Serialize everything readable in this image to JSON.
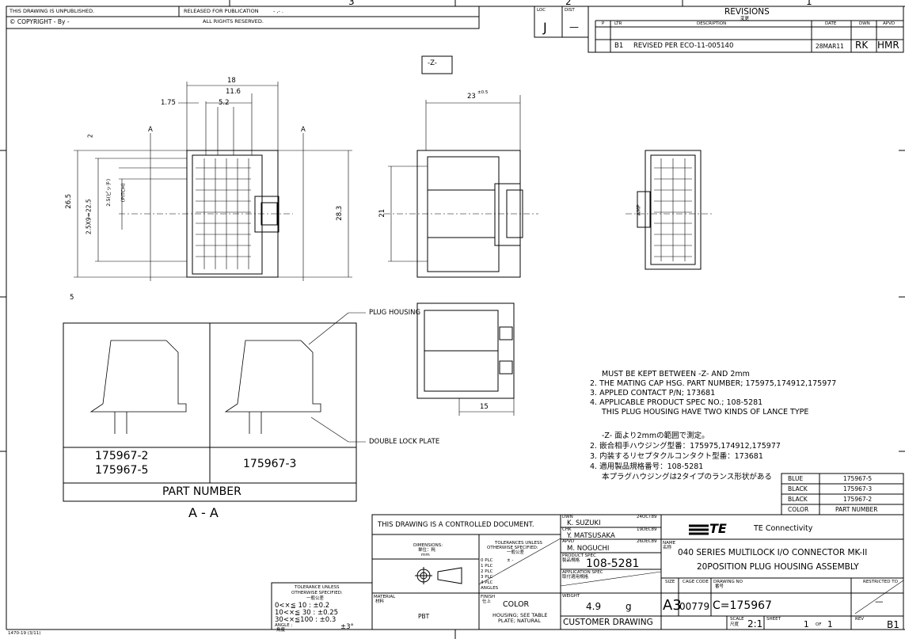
{
  "zones": {
    "top": [
      "3",
      "2",
      "1"
    ]
  },
  "header": {
    "unpublished": "THIS DRAWING IS UNPUBLISHED.",
    "released": "RELEASED FOR PUBLICATION",
    "released_value": "- ,-  .",
    "copyright": "© COPYRIGHT -   By -",
    "rights": "ALL RIGHTS RESERVED."
  },
  "loc": {
    "loc_label": "LOC",
    "loc_value": "J",
    "dist_label": "DIST",
    "dist_value": "—"
  },
  "revisions": {
    "title": "REVISIONS",
    "title_jp": "変更",
    "cols": [
      "P",
      "LTR",
      "DESCRIPTION",
      "DATE",
      "DWN",
      "APVD"
    ],
    "rows": [
      {
        "p": "",
        "ltr": "B1",
        "description": "REVISED PER ECO-11-005140",
        "date": "28MAR11",
        "dwn": "RK",
        "apvd": "HMR"
      }
    ]
  },
  "dimensions": {
    "d18": "18",
    "d11_6": "11.6",
    "d1_75": "1.75",
    "d5_2": "5.2",
    "d2": "2",
    "d26_5": "26.5",
    "d2_5x9": "2.5X9=22.5",
    "d2_5p": "2.5(ピッチ)",
    "pitch": "(PITCH)",
    "d28_3": "28.3",
    "d23": "23",
    "d23_tol": "±0.5",
    "d21": "21",
    "d15": "15",
    "sec_a": "A",
    "z_label": "-Z-",
    "amp": "AMP"
  },
  "section": {
    "flag": "5",
    "callout_housing": "PLUG HOUSING",
    "callout_lock": "DOUBLE LOCK PLATE",
    "pn_left_1": "175967-2",
    "pn_left_2": "175967-5",
    "pn_right": "175967-3",
    "pn_header": "PART NUMBER",
    "view_label": "A - A"
  },
  "notes_en": [
    "MUST BE KEPT BETWEEN -Z- AND 2mm",
    "2. THE MATING CAP HSG. PART NUMBER; 175975,174912,175977",
    "3. APPLED CONTACT P/N; 173681",
    "4. APPLICABLE PRODUCT SPEC NO.; 108-5281",
    "THIS PLUG HOUSING HAVE TWO KINDS OF LANCE TYPE"
  ],
  "notes_jp": [
    "-Z- 面より2mmの範囲で測定。",
    "2. 嵌合相手ハウジング型番：175975,174912,175977",
    "3. 内装するリセプタクルコンタクト型番：173681",
    "4. 適用製品規格番号：108-5281",
    "本プラグハウジングは2タイプのランス形状がある"
  ],
  "color_table": {
    "rows": [
      [
        "BLUE",
        "175967-5"
      ],
      [
        "BLACK",
        "175967-3"
      ],
      [
        "BLACK",
        "175967-2"
      ]
    ],
    "header": [
      "COLOR",
      "PART NUMBER"
    ]
  },
  "tolerance": {
    "title1": "TOLERANCE UNLESS",
    "title2": "OTHERWISE SPECIFIED:",
    "title_jp": "一般公差",
    "rows": [
      "0<×≦  10  :  ±0.2",
      "10<×≦  30  :  ±0.25",
      "30<×≦100  :  ±0.3"
    ],
    "angle": "ANGLE  ;",
    "angle_jp": "角度",
    "angle_val": "±3°"
  },
  "title_block": {
    "controlled": "THIS DRAWING IS A CONTROLLED DOCUMENT.",
    "dimensions_label": "DIMENSIONS:",
    "dimensions_jp": "単位：粍",
    "dimensions_unit": "mm",
    "tol_label1": "TOLERANCES UNLESS",
    "tol_label2": "OTHERWISE SPECIFIED:",
    "tol_jp": "一般公差",
    "plc": [
      "0  PLC",
      "1  PLC",
      "2  PLC",
      "3  PLC",
      "4  PLC",
      "ANGLES"
    ],
    "plc_val": "±  -",
    "material_label": "MATERIAL",
    "material_jp": "材料",
    "material": "PBT",
    "finish_label": "FINISH",
    "finish_jp": "仕上",
    "finish_color": "COLOR",
    "finish_housing": "HOUSING; SEE TABLE",
    "finish_plate": "PLATE; NATURAL",
    "dwn_label": "DWN",
    "dwn": "K. SUZUKI",
    "dwn_date": "24OCT89",
    "chk_label": "CHK",
    "chk": "Y. MATSUSAKA",
    "chk_date": "19DEC89",
    "apvd_label": "APVD",
    "apvd": "M. NOGUCHI",
    "apvd_date": "26DEC89",
    "product_spec_label": "PRODUCT SPEC",
    "product_spec_jp": "製品規格",
    "product_spec": "108-5281",
    "app_spec_label": "APPLICATION SPEC",
    "app_spec_jp": "取付適用規格",
    "weight_label": "WEIGHT",
    "weight": "4.9",
    "weight_unit": "g",
    "customer": "CUSTOMER DRAWING",
    "company_logo": "TE",
    "company": "TE Connectivity",
    "name_label": "NAME",
    "name_jp": "名称",
    "name1": "040 SERIES MULTILOCK I/O CONNECTOR MK-II",
    "name2": "20POSITION PLUG HOUSING ASSEMBLY",
    "size_label": "SIZE",
    "size": "A3",
    "cage_label": "CAGE CODE",
    "cage": "00779",
    "dwg_label": "DRAWING NO",
    "dwg_jp": "番号",
    "dwg": "C=175967",
    "restricted": "RESTRICTED TO",
    "restricted_val": "—",
    "scale_label": "SCALE",
    "scale_jp": "尺度",
    "scale": "2:1",
    "sheet_label": "SHEET",
    "sheet": "1",
    "sheet_of": "OF",
    "sheet_total": "1",
    "rev_label": "REV",
    "rev": "B1"
  },
  "footer": "1470-19  (3/11)"
}
